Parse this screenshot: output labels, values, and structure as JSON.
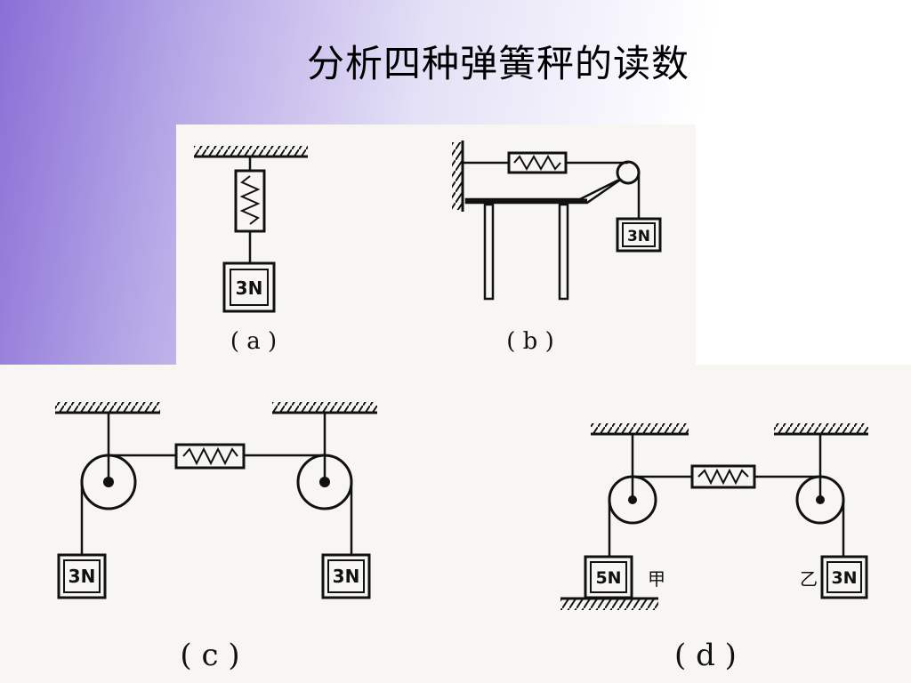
{
  "title": "分析四种弹簧秤的读数",
  "diagrams": {
    "a": {
      "label": "( a )",
      "weight": "3N"
    },
    "b": {
      "label": "( b )",
      "weight": "3N"
    },
    "c": {
      "label": "( c )",
      "weight_left": "3N",
      "weight_right": "3N"
    },
    "d": {
      "label": "( d )",
      "weight_left": "5N",
      "weight_right": "3N",
      "tag_left": "甲",
      "tag_right": "乙"
    }
  },
  "colors": {
    "background_gradient_start": "#8a6fd6",
    "panel": "#f7f6f2",
    "ink": "#111111"
  }
}
